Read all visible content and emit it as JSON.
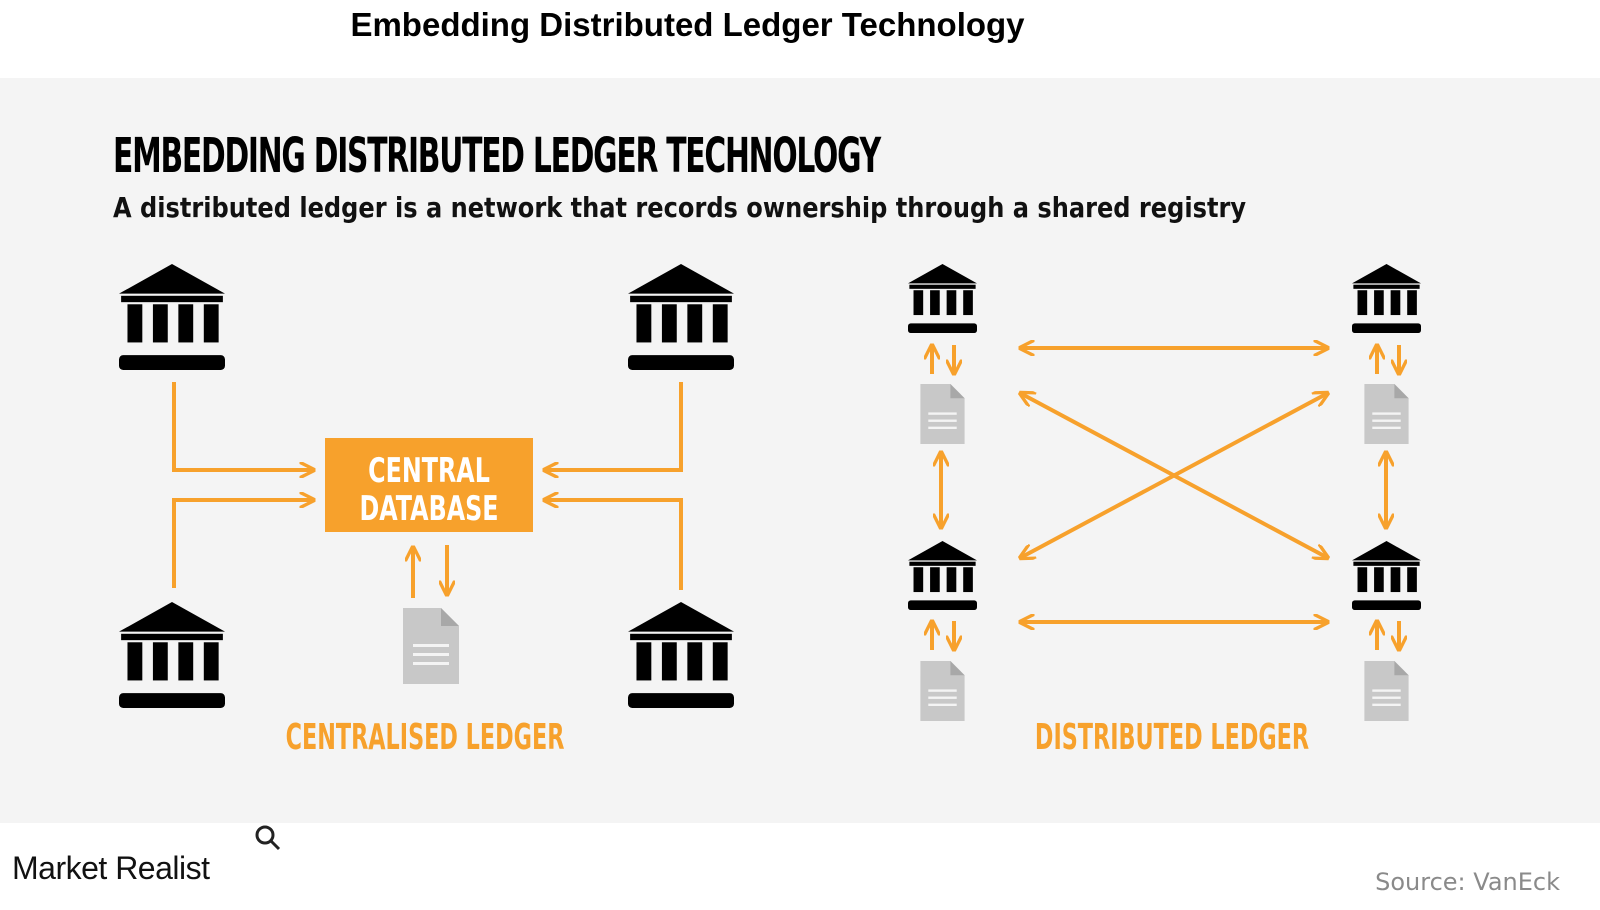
{
  "page_title": "Embedding Distributed Ledger Technology",
  "infographic": {
    "heading": "EMBEDDING DISTRIBUTED LEDGER TECHNOLOGY",
    "subheading": "A distributed ledger is a network that records ownership through a shared registry"
  },
  "centralised": {
    "database_line1": "CENTRAL",
    "database_line2": "DATABASE",
    "label": "CENTRALISED LEDGER"
  },
  "distributed": {
    "label": "DISTRIBUTED LEDGER"
  },
  "colors": {
    "accent": "#f7a12c",
    "icon": "#000000",
    "document": "#c8c8c8",
    "panel_background": "#f4f4f4"
  },
  "icons": [
    "bank-icon",
    "document-icon",
    "magnifier-icon"
  ],
  "footer": {
    "brand": "Market Realist",
    "source": "Source: VanEck"
  }
}
